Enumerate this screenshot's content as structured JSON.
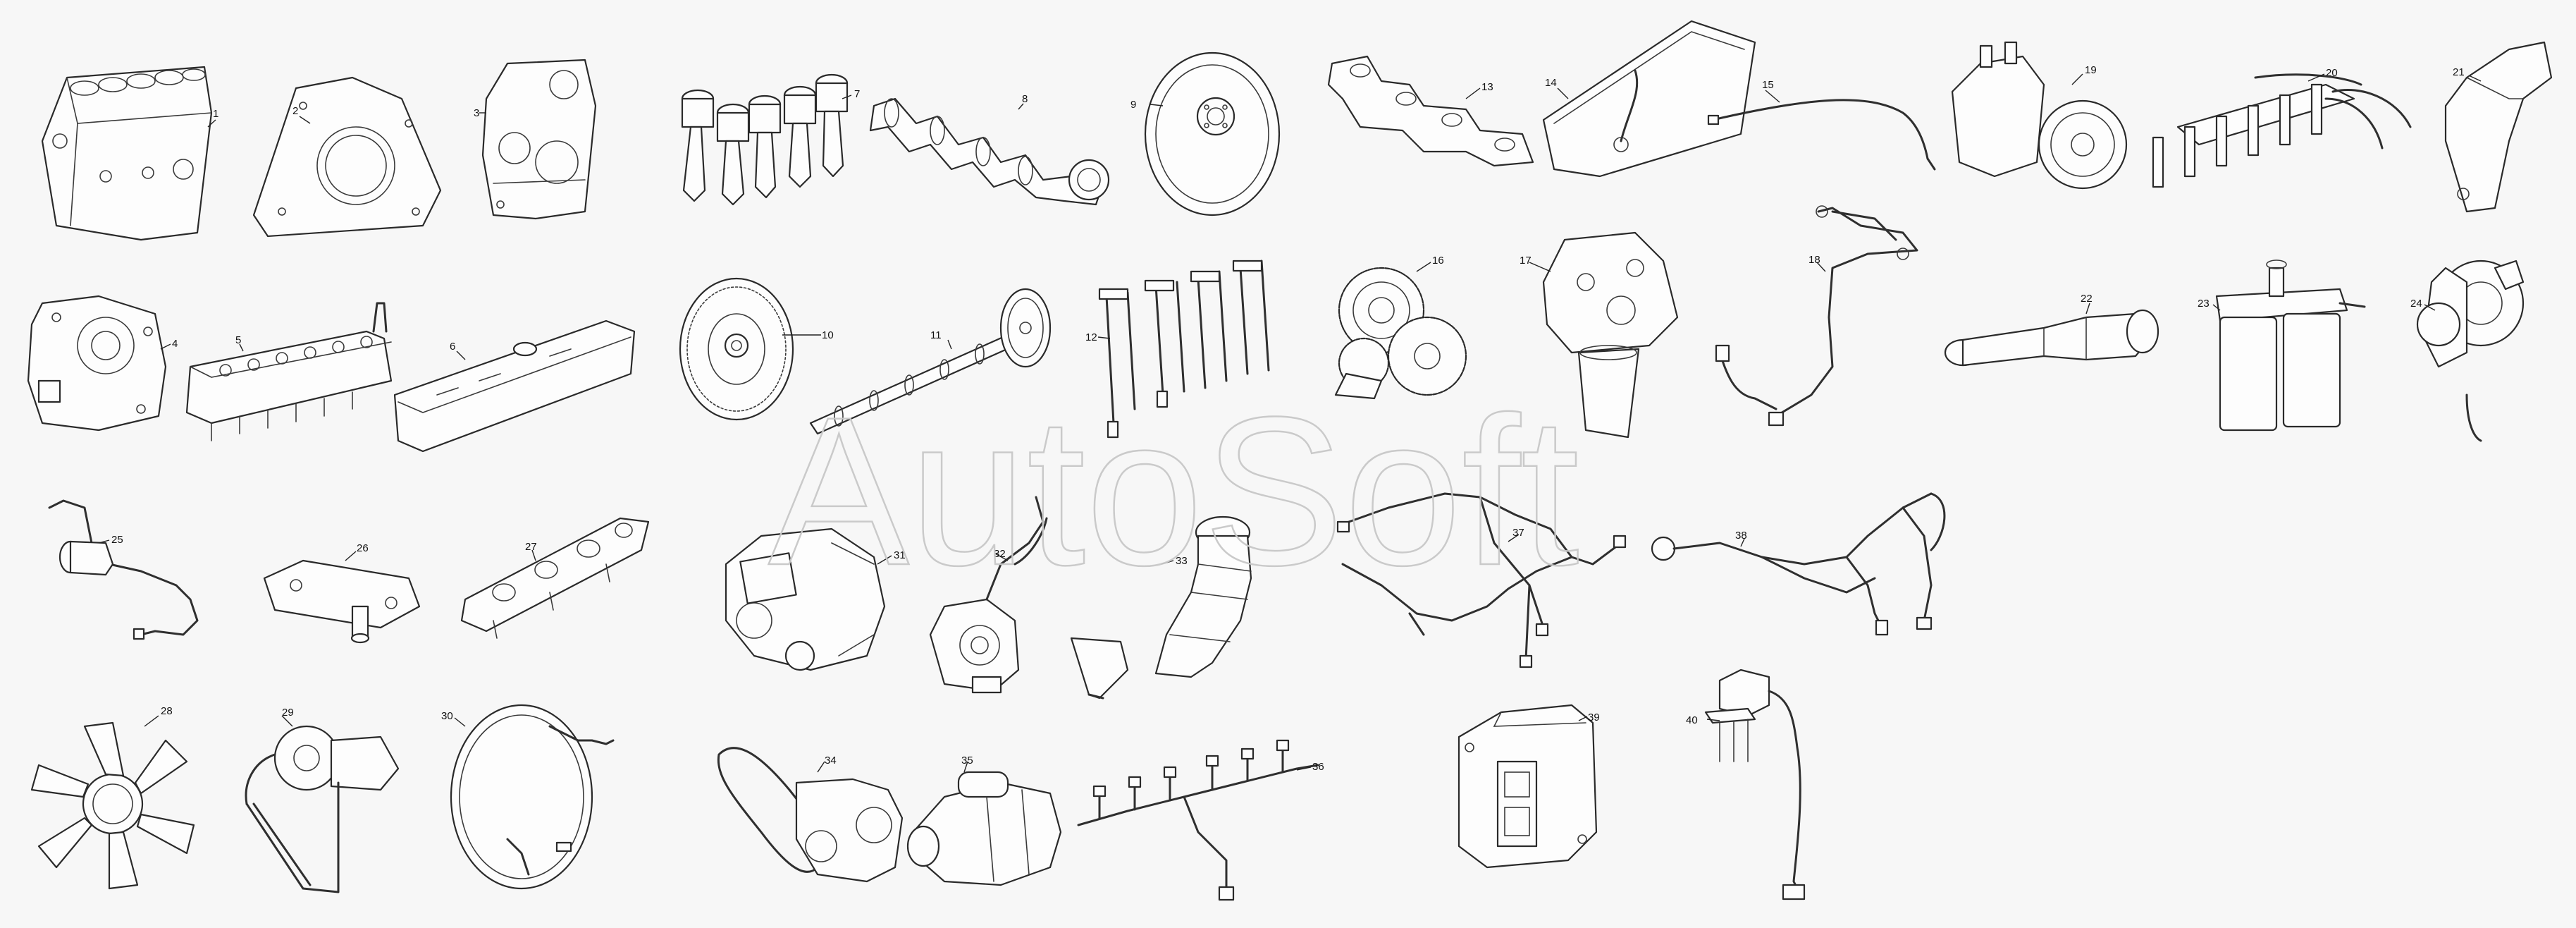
{
  "watermark": "AutoSoft",
  "callouts": {
    "p1": "1",
    "p2": "2",
    "p3": "3",
    "p4": "4",
    "p5": "5",
    "p6": "6",
    "p7": "7",
    "p8": "8",
    "p9": "9",
    "p10": "10",
    "p11": "11",
    "p12": "12",
    "p13": "13",
    "p14": "14",
    "p15": "15",
    "p16": "16",
    "p17": "17",
    "p18": "18",
    "p19": "19",
    "p20": "20",
    "p21": "21",
    "p22": "22",
    "p23": "23",
    "p24": "24",
    "p25": "25",
    "p26": "26",
    "p27": "27",
    "p28": "28",
    "p29": "29",
    "p30": "30",
    "p31": "31",
    "p32": "32",
    "p33": "33",
    "p34": "34",
    "p35": "35",
    "p36": "36",
    "p37": "37",
    "p38": "38",
    "p39": "39",
    "p40": "40"
  }
}
